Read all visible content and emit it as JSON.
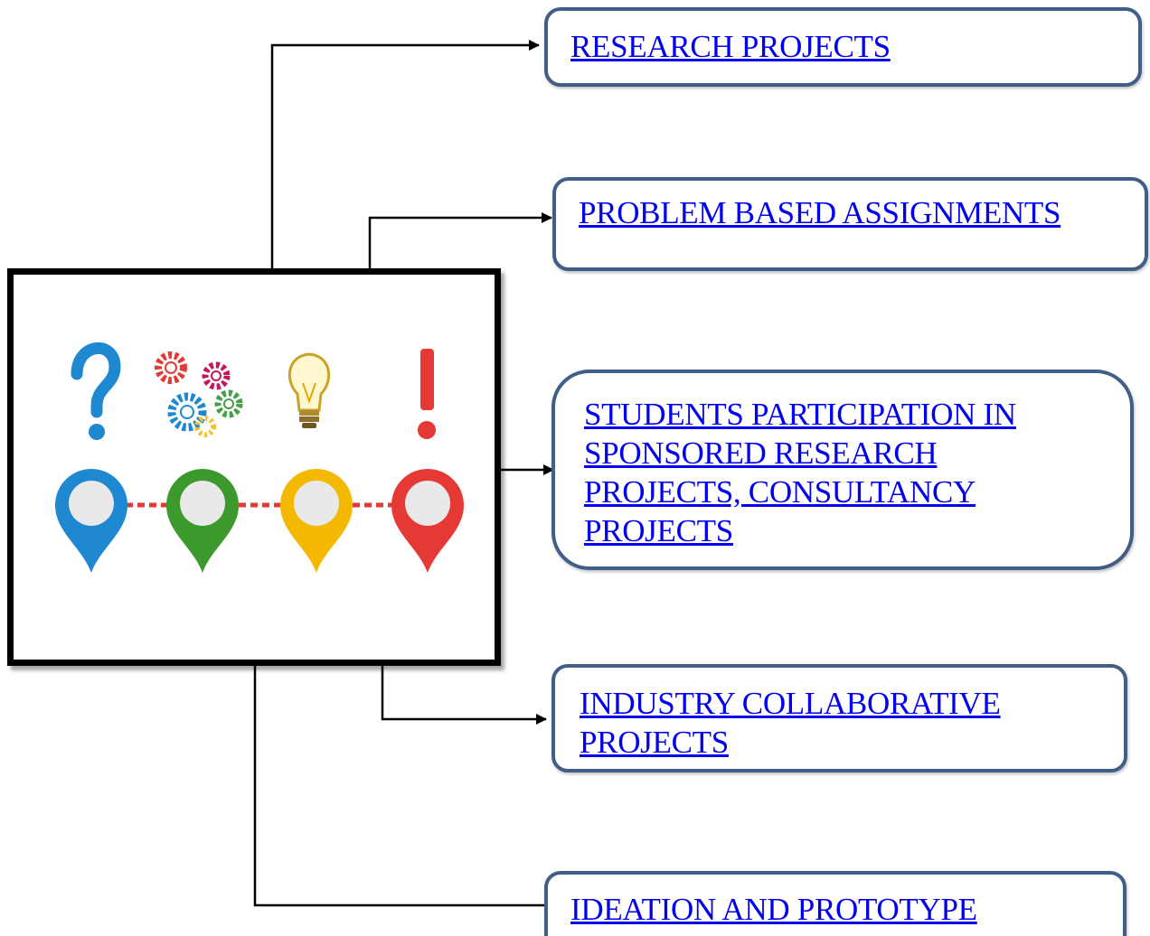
{
  "nodes": [
    {
      "id": "research-projects",
      "label": "RESEARCH PROJECTS"
    },
    {
      "id": "problem-based-assignments",
      "label": "PROBLEM BASED ASSIGNMENTS"
    },
    {
      "id": "students-participation",
      "lines": [
        "STUDENTS PARTICIPATION IN",
        "SPONSORED RESEARCH",
        "PROJECTS, CONSULTANCY",
        "PROJECTS"
      ]
    },
    {
      "id": "industry-collaborative",
      "lines": [
        "INDUSTRY COLLABORATIVE",
        "PROJECTS"
      ]
    },
    {
      "id": "ideation-prototype",
      "label": "IDEATION AND PROTOTYPE"
    }
  ],
  "hub_image": {
    "icons": [
      "question-mark-icon",
      "gears-icon",
      "lightbulb-icon",
      "exclamation-mark-icon"
    ],
    "pin_colors": [
      "#1e88d0",
      "#3c9a2c",
      "#f5b800",
      "#e53935"
    ],
    "connector_color": "#e53935"
  },
  "colors": {
    "link": "#0000ee",
    "box_border": "#3f5f86",
    "arrow": "#000000"
  }
}
